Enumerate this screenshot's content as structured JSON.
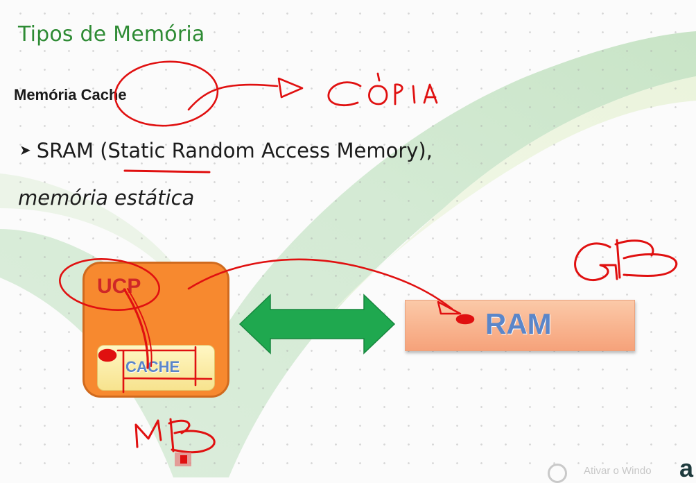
{
  "slide": {
    "title": "Tipos de Memória",
    "subtitle": "Memória Cache",
    "bullet_marker": "➤",
    "bullet_text": "SRAM (Static Random Access Memory),",
    "bullet_continuation": "memória estática",
    "colors": {
      "title": "#2e8b34",
      "ucp_box": "#f7892f",
      "cache_box": "#f7e38e",
      "ram_box": "#f6a27a",
      "arrow": "#1fa84f",
      "label_blue": "#5b86c9",
      "annotation_red": "#e01010"
    }
  },
  "diagram": {
    "ucp_label": "UCP",
    "cache_label": "CACHE",
    "ram_label": "RAM",
    "connector": "bidirectional-arrow"
  },
  "annotations": {
    "copy_note": "CÓPIA",
    "ram_size_note": "GB",
    "cache_size_note": "MB"
  },
  "overlay": {
    "watermark_text": "Ativar o Windo",
    "logo_fragment": "a"
  }
}
